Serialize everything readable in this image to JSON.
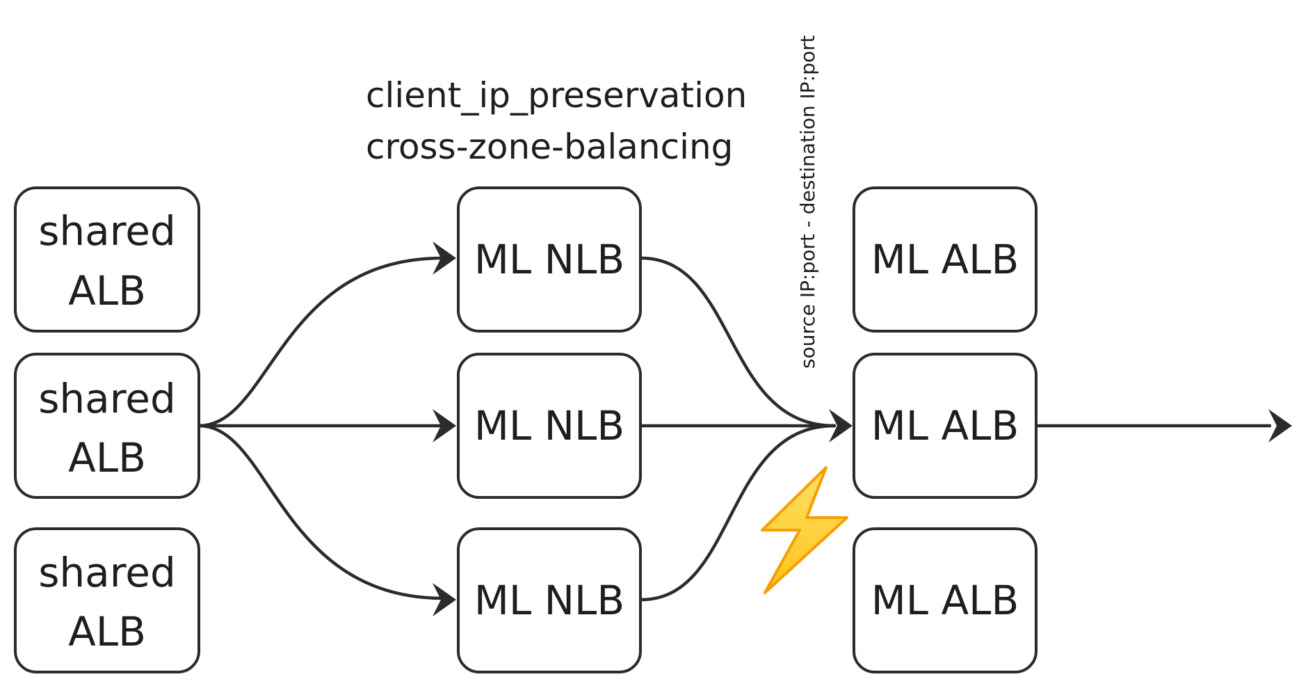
{
  "notes": {
    "line1": "client_ip_preservation",
    "line2": "cross-zone-balancing"
  },
  "edge_label": "source IP:port - destination IP:port",
  "shared_albs": [
    {
      "line1": "shared",
      "line2": "ALB"
    },
    {
      "line1": "shared",
      "line2": "ALB"
    },
    {
      "line1": "shared",
      "line2": "ALB"
    }
  ],
  "ml_nlbs": [
    {
      "label": "ML NLB"
    },
    {
      "label": "ML NLB"
    },
    {
      "label": "ML NLB"
    }
  ],
  "ml_albs": [
    {
      "label": "ML ALB"
    },
    {
      "label": "ML ALB"
    },
    {
      "label": "ML ALB"
    }
  ],
  "warning_icon": "lightning-bolt-icon",
  "colors": {
    "stroke": "#2b2b2b",
    "bolt_fill": "#ffd43b",
    "bolt_stroke": "#f59f00"
  }
}
